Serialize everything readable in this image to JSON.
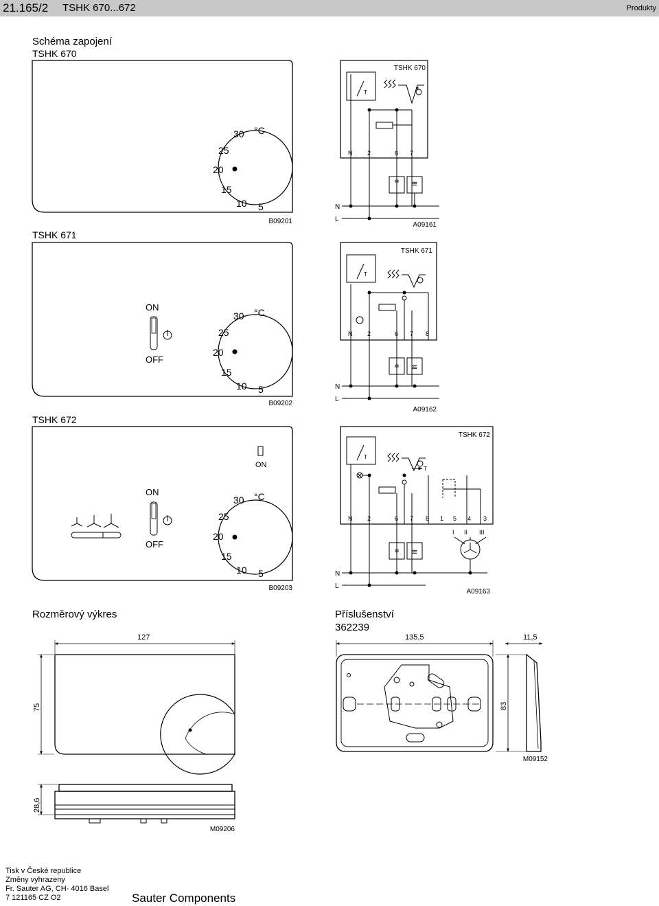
{
  "header": {
    "section_number": "21.165/2",
    "product_range": "TSHK 670...672",
    "category": "Produkty"
  },
  "wiring": {
    "title": "Schéma zapojení",
    "models": [
      {
        "name": "TSHK 670",
        "front_code": "B09201",
        "circuit_code": "A09161",
        "circuit_title": "TSHK 670",
        "terminals": [
          "N",
          "2",
          "6",
          "7"
        ]
      },
      {
        "name": "TSHK 671",
        "front_code": "B09202",
        "circuit_code": "A09162",
        "circuit_title": "TSHK 671",
        "terminals": [
          "N",
          "2",
          "6",
          "7",
          "8"
        ],
        "switch_on": "ON",
        "switch_off": "OFF"
      },
      {
        "name": "TSHK 672",
        "front_code": "B09203",
        "circuit_code": "A09163",
        "circuit_title": "TSHK 672",
        "terminals": [
          "N",
          "2",
          "6",
          "7",
          "8",
          "1",
          "5",
          "4",
          "3"
        ],
        "switch_on": "ON",
        "switch_off": "OFF",
        "lamp_label": "ON",
        "fan_speeds": [
          "I",
          "II",
          "III"
        ]
      }
    ],
    "dial": {
      "unit": "°C",
      "scale": [
        "30",
        "25",
        "20",
        "15",
        "10",
        "5"
      ]
    },
    "circuit_labels": {
      "thermostat": "T",
      "neutral": "N",
      "live": "L"
    }
  },
  "dimensions": {
    "title": "Rozměrový výkres",
    "width": "127",
    "height": "75",
    "depth": "28,6",
    "front_code": "M09206"
  },
  "accessory": {
    "title": "Příslušenství",
    "code": "362239",
    "width": "135,5",
    "height": "83",
    "depth": "11,5",
    "drawing_code": "M09152"
  },
  "footer": {
    "printed_in": "Tisk v České republice",
    "changes": "Změny vyhrazeny",
    "company_address": "Fr. Sauter AG, CH- 4016 Basel",
    "doc_number": "7 121165 CZ O2",
    "brand": "Sauter Components"
  }
}
